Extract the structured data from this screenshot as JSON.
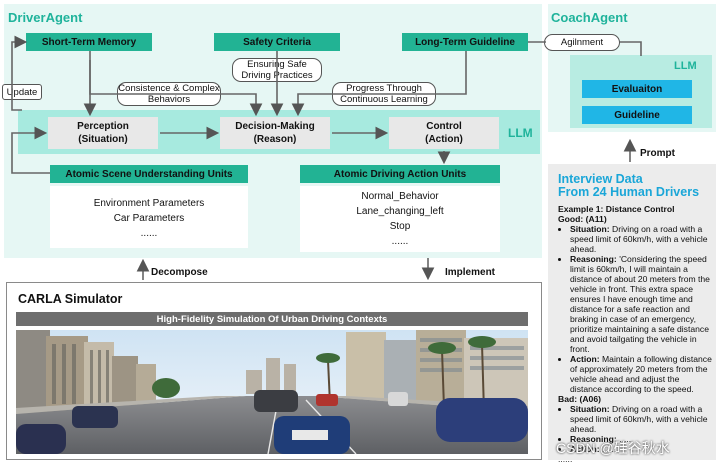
{
  "driver_agent": {
    "title": "DriverAgent",
    "short_term_memory": "Short-Term Memory",
    "safety_criteria": "Safety Criteria",
    "long_term_guideline": "Long-Term Guideline",
    "ensuring_safe": "Ensuring Safe Driving Practices",
    "update": "Update",
    "consistence": "Consistence & Complex Behaviors",
    "progress": "Progress Through Continuous Learning",
    "perception": [
      "Perception",
      "(Situation)"
    ],
    "decision": [
      "Decision-Making",
      "(Reason)"
    ],
    "control": [
      "Control",
      "(Action)"
    ],
    "llm": "LLM",
    "scene_units": "Atomic Scene Understanding Units",
    "scene_items": [
      "Environment Parameters",
      "Car Parameters",
      "......"
    ],
    "action_units": "Atomic Driving Action Units",
    "action_items": [
      "Normal_Behavior",
      "Lane_changing_left",
      "Stop",
      "......"
    ],
    "decompose": "Decompose",
    "implement": "Implement"
  },
  "coach_agent": {
    "title": "CoachAgent",
    "alignment": "Agilnment",
    "llm": "LLM",
    "evaluation": "Evaluaiton",
    "guideline": "Guideline",
    "prompt": "Prompt"
  },
  "carla": {
    "title": "CARLA Simulator",
    "banner": "High-Fidelity Simulation Of Urban Driving Contexts"
  },
  "interview": {
    "title_line1": "Interview Data",
    "title_line2": "From 24 Human Drivers",
    "example": "Example 1: Distance Control",
    "good": "Good: (A11)",
    "situation_label": "Situation:",
    "situation_good": "Driving on a road with a speed limit of 60km/h, with a vehicle ahead.",
    "reasoning_label": "Reasoning:",
    "reasoning_good": "'Considering the speed limit is 60km/h, I will maintain a distance of about 20 meters from the vehicle in front. This extra space ensures I have enough time and distance for a safe reaction and braking in case of an emergency, prioritize maintaining a safe distance and avoid tailgating the vehicle in front.",
    "action_label": "Action:",
    "action_good": "Maintain a following distance of approximately 20 meters from the vehicle ahead and adjust the distance according to the speed.",
    "bad": "Bad: (A06)",
    "situation_bad": "Driving on a road with a speed limit of 60km/h, with a vehicle ahead.",
    "reasoning_bad": "......",
    "action_bad": "......",
    "more": "......"
  },
  "watermark": "CSDN @硅谷秋水"
}
